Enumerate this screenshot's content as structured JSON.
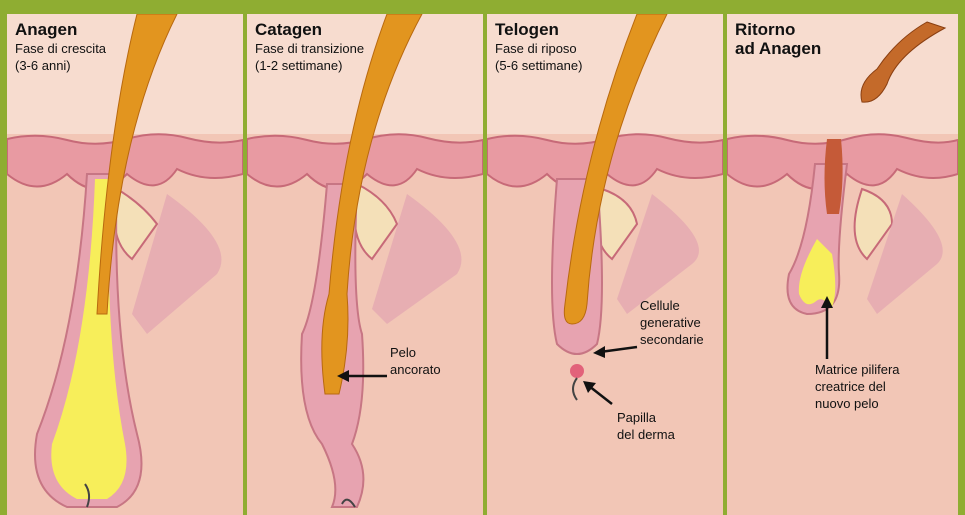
{
  "panels": [
    {
      "title": "Anagen",
      "subtitle": "Fase di crescita\n(3-6 anni)",
      "labels": []
    },
    {
      "title": "Catagen",
      "subtitle": "Fase di transizione\n(1-2 settimane)",
      "labels": [
        {
          "text": "Pelo\nancorato"
        }
      ]
    },
    {
      "title": "Telogen",
      "subtitle": "Fase di riposo\n(5-6 settimane)",
      "labels": [
        {
          "text": "Cellule\ngenerative\nsecondarie"
        },
        {
          "text": "Papilla\ndel derma"
        }
      ]
    },
    {
      "title": "Ritorno\nad Anagen",
      "subtitle": "",
      "labels": [
        {
          "text": "Matrice pilifera\ncreatrice del\nnuovo pelo"
        }
      ]
    }
  ],
  "colors": {
    "frame": "#8fad32",
    "skin": "#f2c6b6",
    "epidermis": "#e89aa2",
    "hair": "#e2951f",
    "bulb": "#f7ee5a"
  }
}
